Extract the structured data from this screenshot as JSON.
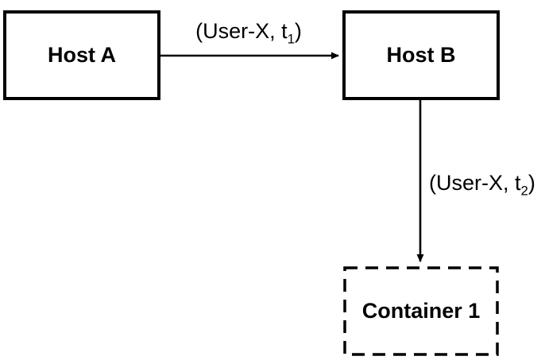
{
  "diagram": {
    "background_color": "#ffffff",
    "line_color": "#000000",
    "nodes": {
      "host_a": {
        "label": "Host A",
        "border_style": "solid"
      },
      "host_b": {
        "label": "Host B",
        "border_style": "solid"
      },
      "container_1": {
        "label": "Container 1",
        "border_style": "dashed"
      }
    },
    "edges": {
      "a_to_b": {
        "from": "host_a",
        "to": "host_b",
        "direction": "right",
        "text_before_sub": "(User-X, t",
        "sub": "1",
        "text_after_sub": ")"
      },
      "b_to_container": {
        "from": "host_b",
        "to": "container_1",
        "direction": "down",
        "text_before_sub": "(User-X, t",
        "sub": "2",
        "text_after_sub": ")"
      }
    }
  }
}
